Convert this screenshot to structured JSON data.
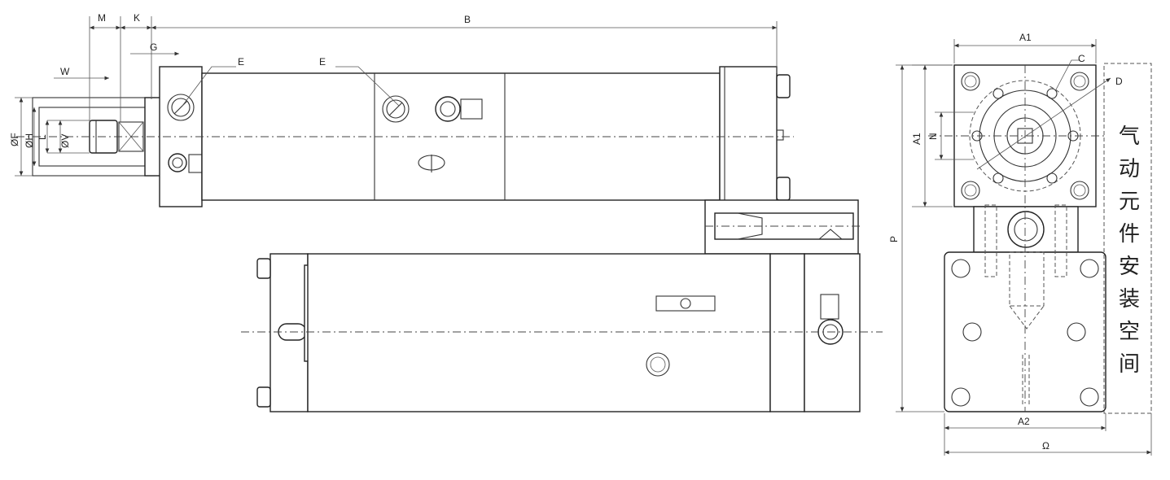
{
  "labels": {
    "M": "M",
    "K": "K",
    "B": "B",
    "G": "G",
    "W": "W",
    "E1": "E",
    "E2": "E",
    "F": "ØF",
    "H": "ØH",
    "L": "L",
    "V": "ØV",
    "A1_top": "A1",
    "A1_side": "A1",
    "C": "C",
    "D": "D",
    "N": "N",
    "P": "P",
    "A2": "A2",
    "Q": "Ω"
  },
  "note_chars": [
    "气",
    "动",
    "元",
    "件",
    "安",
    "装",
    "空",
    "间"
  ]
}
